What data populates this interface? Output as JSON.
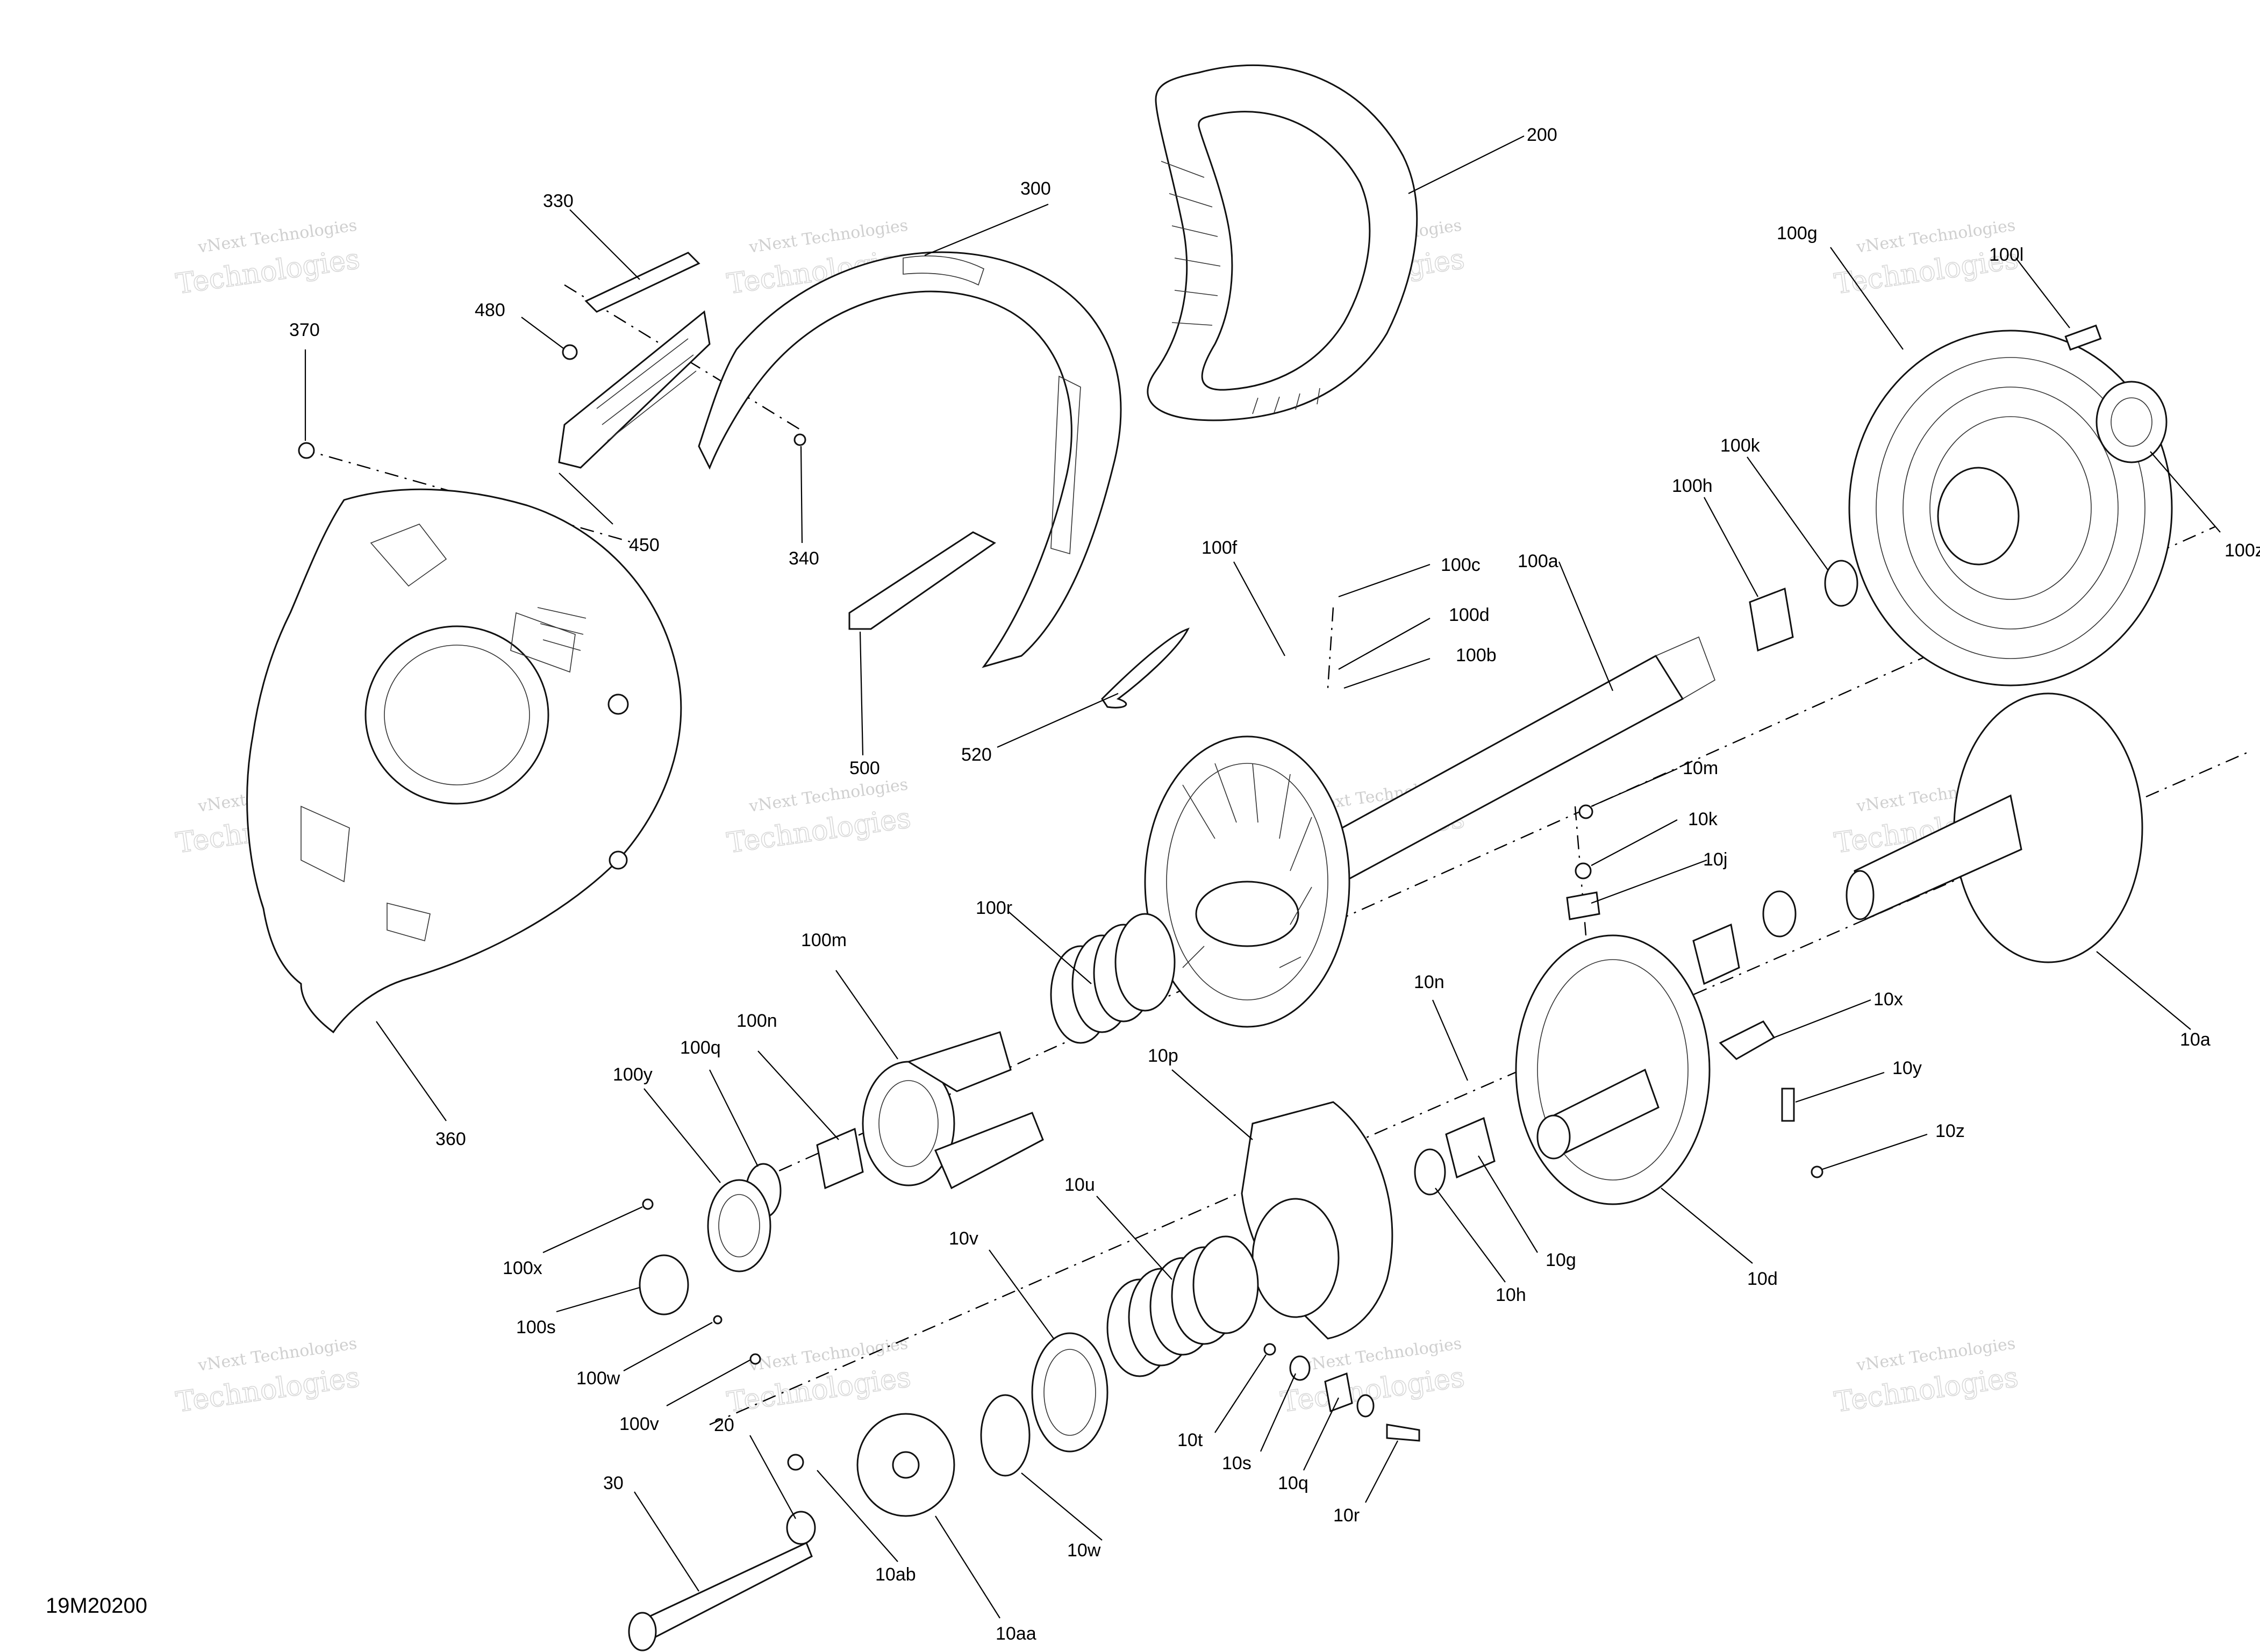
{
  "diagram_code": "19M20200",
  "watermark": {
    "line1": "vNext Technologies",
    "line2": "Technologies"
  },
  "callouts": {
    "c200": "200",
    "c300": "300",
    "c330": "330",
    "c480": "480",
    "c370": "370",
    "c450": "450",
    "c340": "340",
    "c360": "360",
    "c500": "500",
    "c520": "520",
    "c100g": "100g",
    "c100l": "100l",
    "c100z": "100z",
    "c100k": "100k",
    "c100h": "100h",
    "c100f": "100f",
    "c100c": "100c",
    "c100d": "100d",
    "c100b": "100b",
    "c100a": "100a",
    "c10m": "10m",
    "c10k": "10k",
    "c10j": "10j",
    "c10a": "10a",
    "c100r": "100r",
    "c100m": "100m",
    "c100n": "100n",
    "c100q": "100q",
    "c100y": "100y",
    "c10n": "10n",
    "c10p": "10p",
    "c10x": "10x",
    "c10y": "10y",
    "c10z": "10z",
    "c10g": "10g",
    "c10d": "10d",
    "c10h": "10h",
    "c100x": "100x",
    "c100s": "100s",
    "c100w": "100w",
    "c100v": "100v",
    "c10u": "10u",
    "c10v": "10v",
    "c10t": "10t",
    "c10s": "10s",
    "c10q": "10q",
    "c10r": "10r",
    "c20": "20",
    "c30": "30",
    "c10ab": "10ab",
    "c10w": "10w",
    "c10aa": "10aa"
  }
}
